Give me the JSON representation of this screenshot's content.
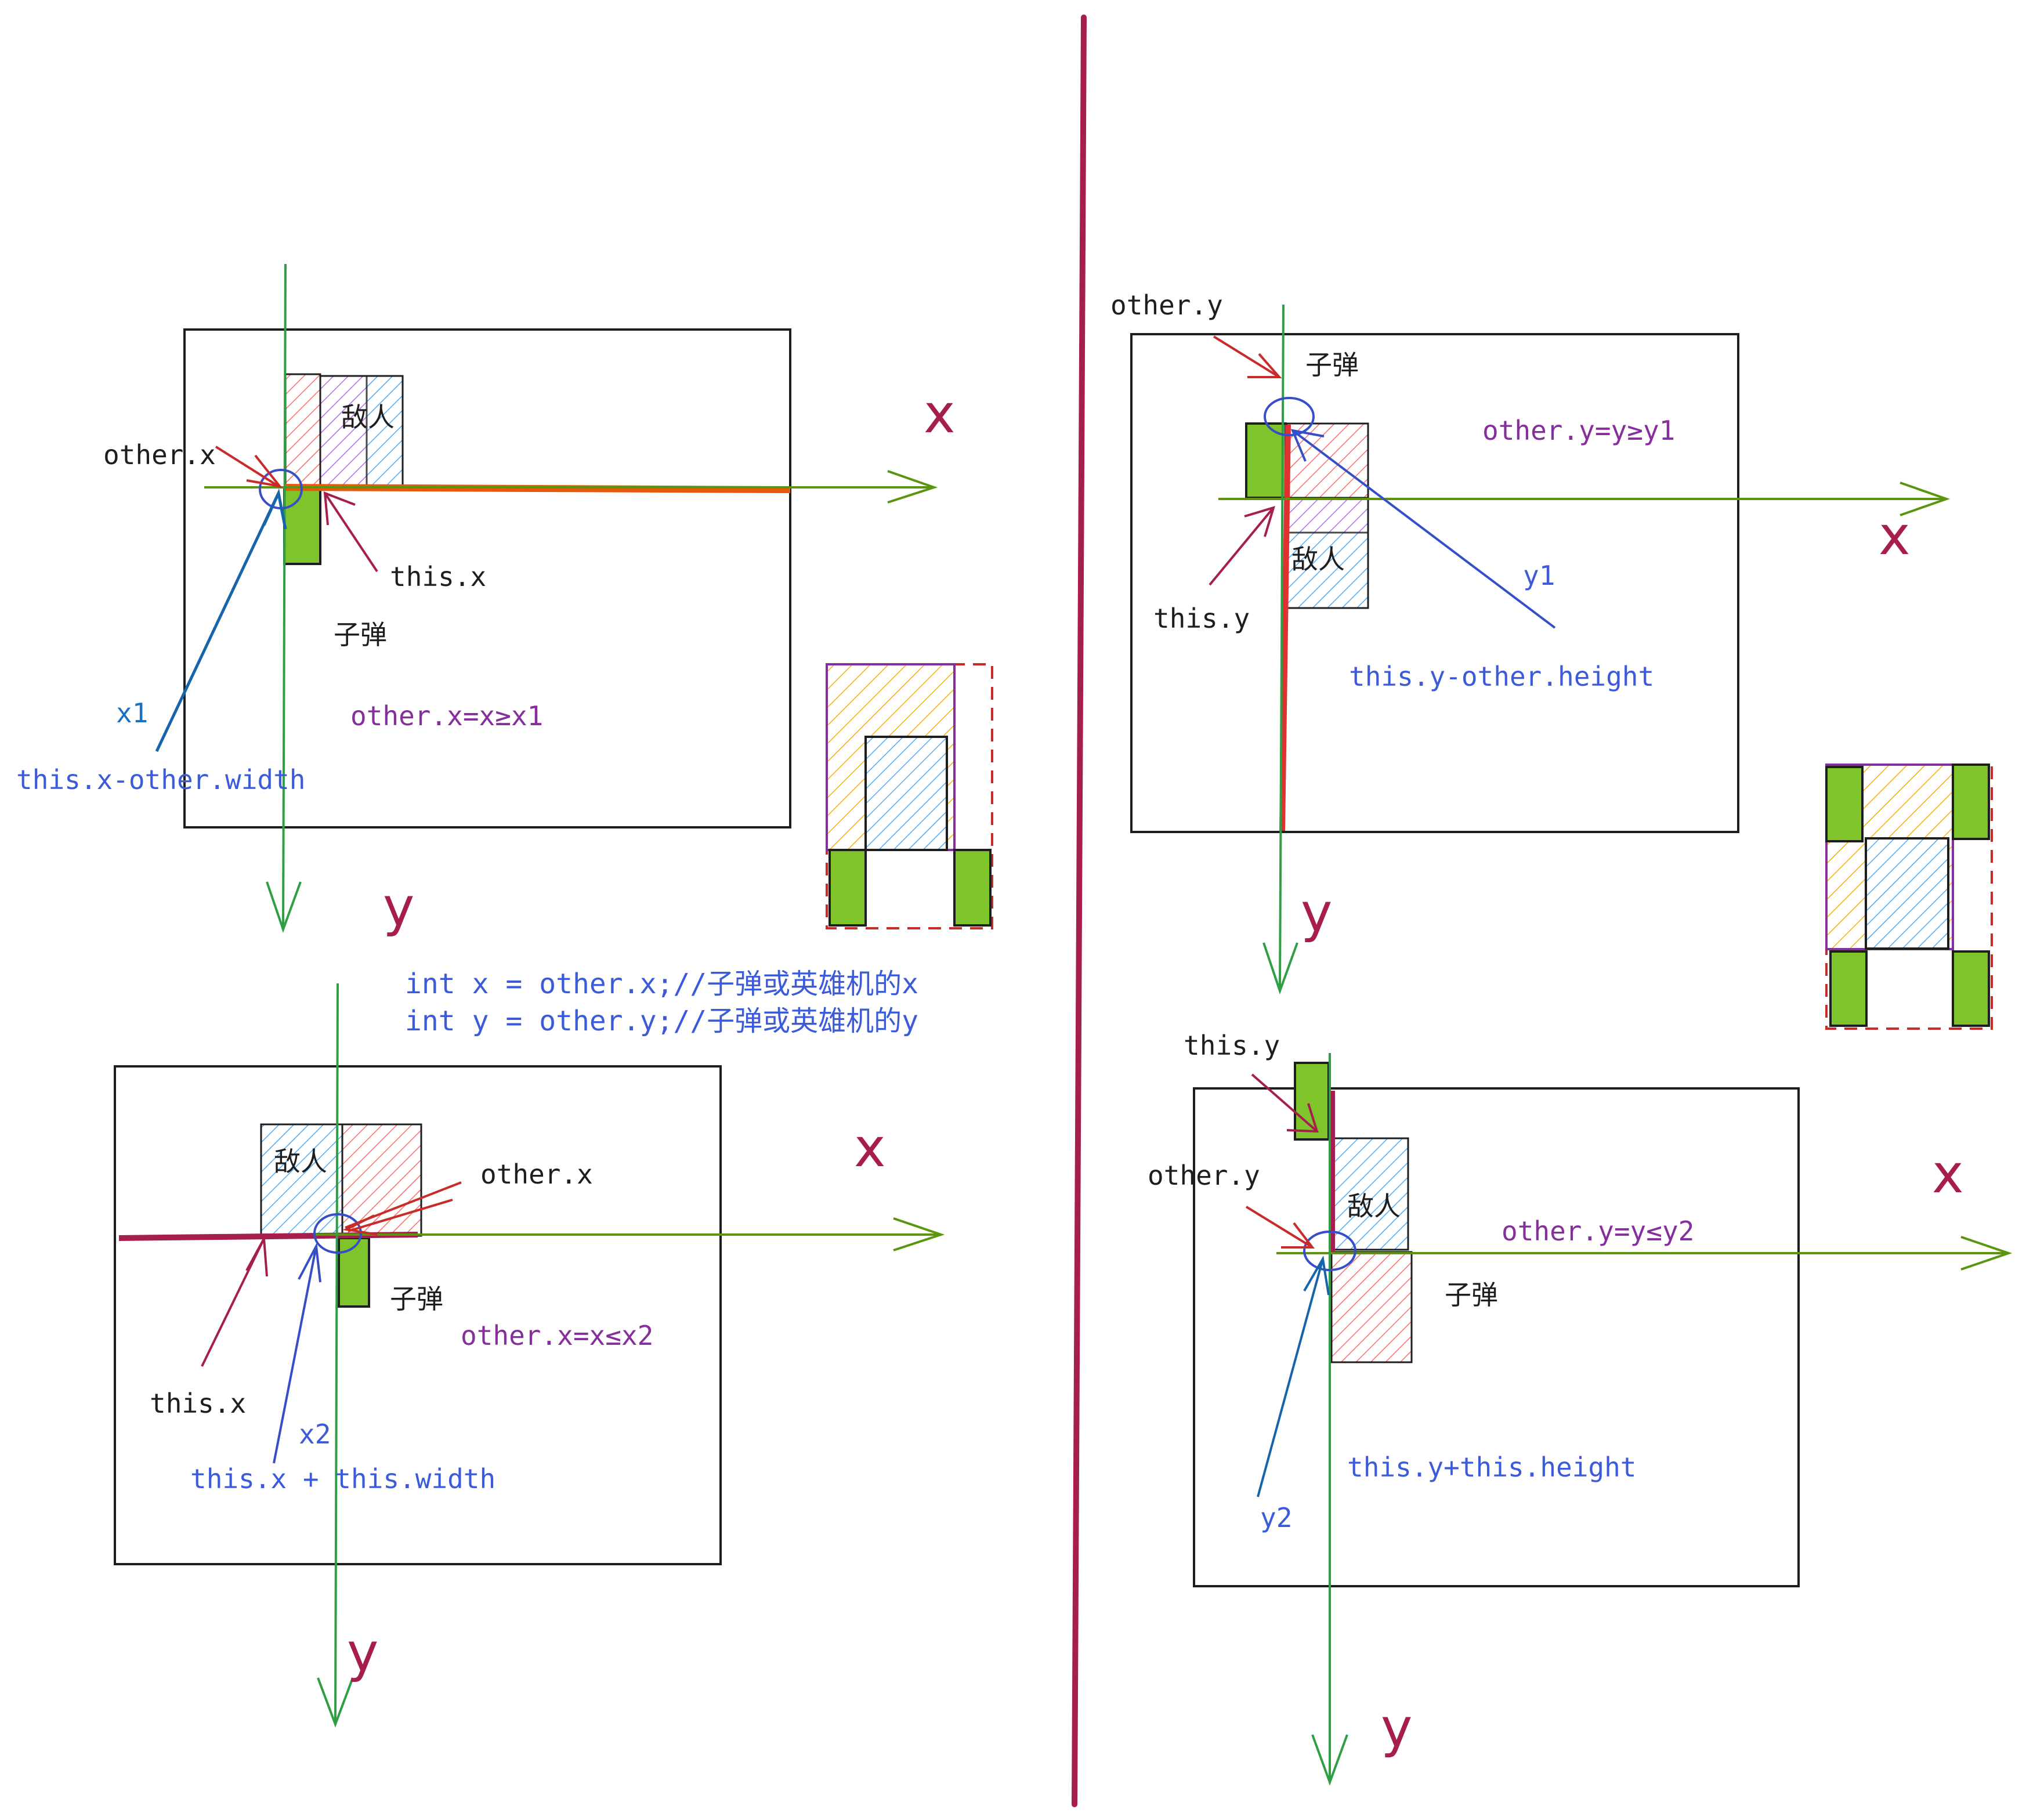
{
  "colors": {
    "black": "#1e1e1e",
    "axis_green": "#2f9e44",
    "axis_line_green": "#5c940d",
    "divider": "#a61e4d",
    "arrow_red": "#c92a2a",
    "arrow_crimson": "#a61e4d",
    "arrow_blue": "#1864ab",
    "arrow_indigo": "#364fc7",
    "orange_line": "#e8590c",
    "label_purple": "#862e9c",
    "label_blue": "#1971c2",
    "label_indigo": "#3b5bdb",
    "bullet_green": "#7ec42a",
    "enemy_blue": "#4dabf7",
    "this_red": "#ff6b6b",
    "hit_orange": "#fab005"
  },
  "code": {
    "line1": "int x = other.x;//子弹或英雄机的x",
    "line2": "int y = other.y;//子弹或英雄机的y"
  },
  "panel_top_left": {
    "axis_x": "x",
    "axis_y": "y",
    "enemy": "敌人",
    "bullet": "子弹",
    "other_x": "other.x",
    "this_x": "this.x",
    "x1": "x1",
    "x1_formula": "this.x-other.width",
    "condition": "other.x=x≥x1"
  },
  "panel_bottom_left": {
    "axis_x": "x",
    "axis_y": "y",
    "enemy": "敌人",
    "bullet": "子弹",
    "other_x": "other.x",
    "this_x": "this.x",
    "x2": "x2",
    "x2_formula": "this.x + this.width",
    "condition": "other.x=x≤x2"
  },
  "panel_top_right": {
    "axis_x": "x",
    "axis_y": "y",
    "enemy": "敌人",
    "bullet": "子弹",
    "other_y": "other.y",
    "this_y": "this.y",
    "y1": "y1",
    "y1_formula": "this.y-other.height",
    "condition": "other.y=y≥y1"
  },
  "panel_bottom_right": {
    "axis_x": "x",
    "axis_y": "y",
    "enemy": "敌人",
    "bullet": "子弹",
    "other_y": "other.y",
    "this_y": "this.y",
    "y2": "y2",
    "y2_formula": "this.y+this.height",
    "condition": "other.y=y≤y2"
  }
}
